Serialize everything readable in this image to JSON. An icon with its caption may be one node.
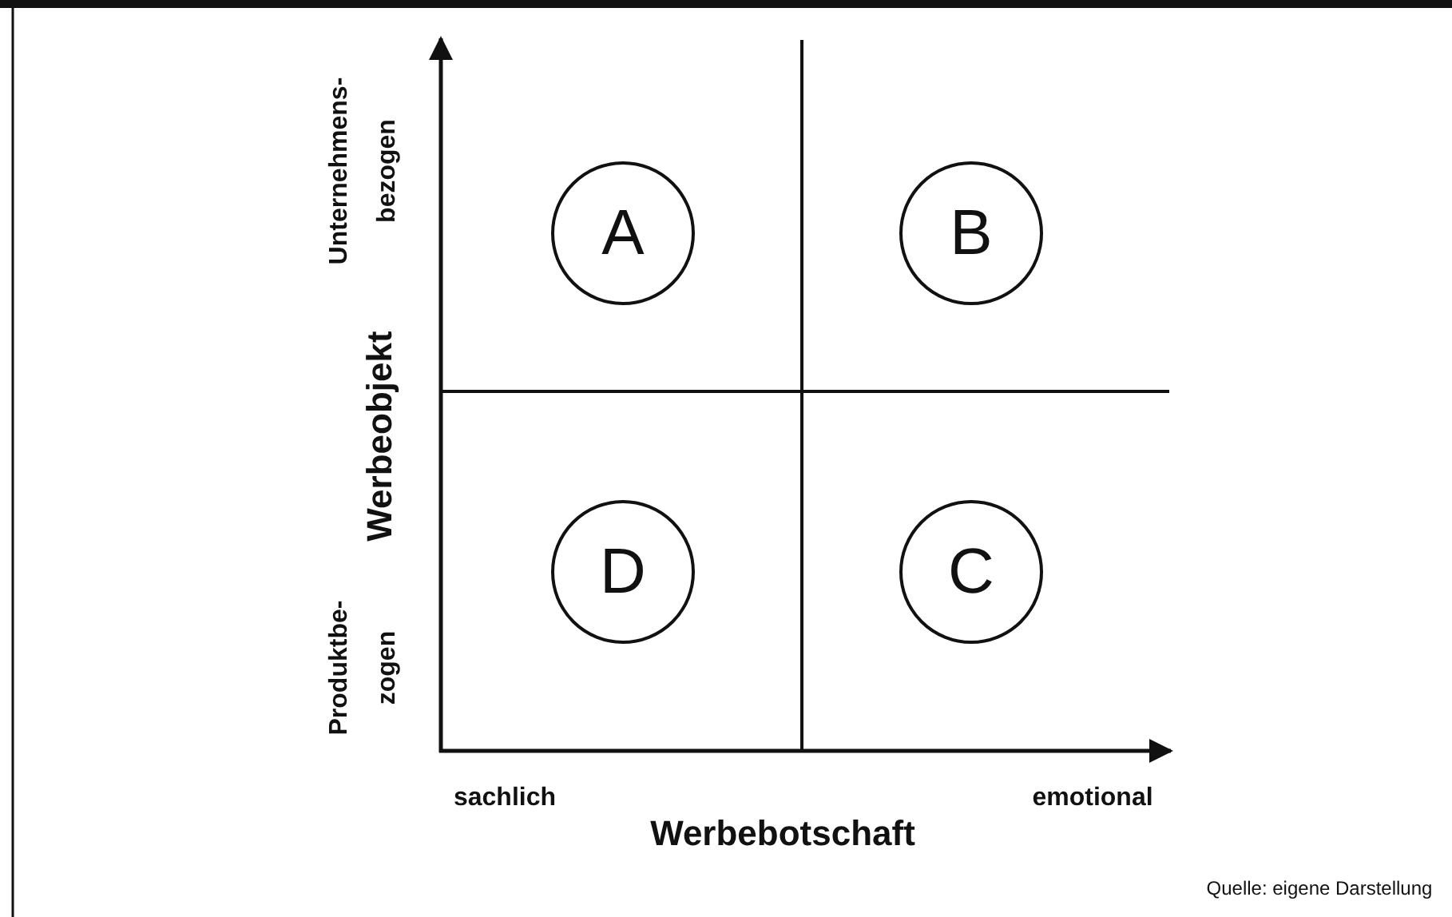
{
  "diagram": {
    "nodes": [
      {
        "text": [
          "A"
        ]
      },
      {
        "text": [
          "B"
        ]
      },
      {
        "text": [
          "D"
        ]
      },
      {
        "text": [
          "C"
        ]
      }
    ],
    "labels": [
      "Unternehmens- bezogen",
      "Werbeobjekt",
      "Produktbe- zogen",
      "sachlich",
      "emotional",
      "Werbebotschaft",
      "Quelle: eigene Darstellung"
    ]
  }
}
